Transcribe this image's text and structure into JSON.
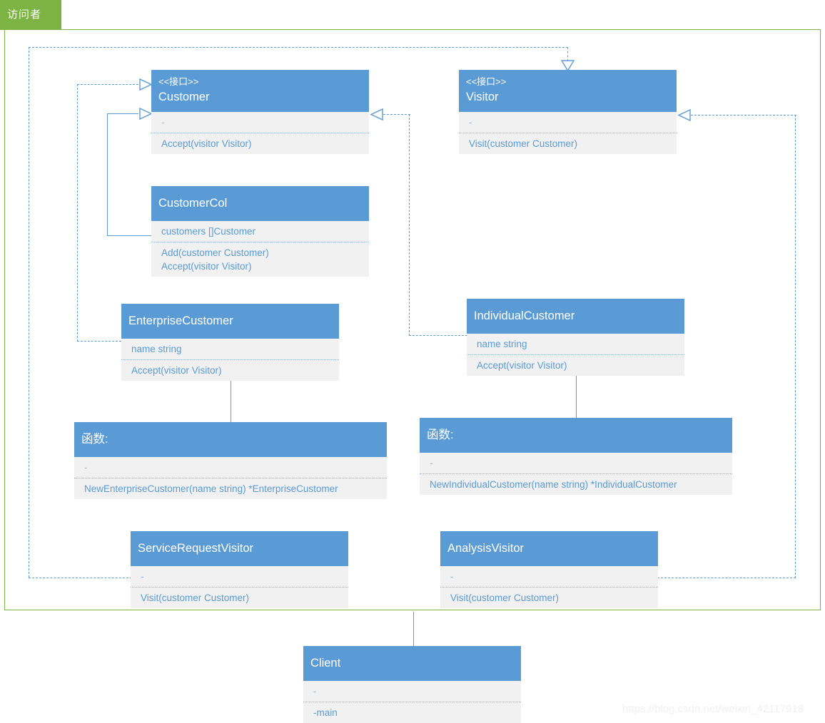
{
  "package": {
    "tab_label": "访问者"
  },
  "watermark": "https://blog.csdn.net/weixin_42117918",
  "classes": {
    "customer": {
      "stereotype": "<<接口>>",
      "name": "Customer",
      "attributes": "-",
      "operations": [
        "Accept(visitor Visitor)"
      ]
    },
    "visitor": {
      "stereotype": "<<接口>>",
      "name": "Visitor",
      "attributes": "-",
      "operations": [
        "Visit(customer Customer)"
      ]
    },
    "customer_col": {
      "name": "CustomerCol",
      "attributes": "customers []Customer",
      "operations": [
        "Add(customer Customer)",
        "Accept(visitor Visitor)"
      ]
    },
    "enterprise_customer": {
      "name": "EnterpriseCustomer",
      "attributes": "name string",
      "operations": [
        "Accept(visitor Visitor)"
      ]
    },
    "individual_customer": {
      "name": "IndividualCustomer",
      "attributes": "name string",
      "operations": [
        "Accept(visitor Visitor)"
      ]
    },
    "enterprise_funcs": {
      "name": "函数:",
      "attributes": "-",
      "operations": [
        "NewEnterpriseCustomer(name string) *EnterpriseCustomer"
      ]
    },
    "individual_funcs": {
      "name": "函数:",
      "attributes": "-",
      "operations": [
        "NewIndividualCustomer(name string) *IndividualCustomer"
      ]
    },
    "service_request_visitor": {
      "name": "ServiceRequestVisitor",
      "attributes": "-",
      "operations": [
        "Visit(customer Customer)"
      ]
    },
    "analysis_visitor": {
      "name": "AnalysisVisitor",
      "attributes": "-",
      "operations": [
        "Visit(customer Customer)"
      ]
    },
    "client": {
      "name": "Client",
      "attributes": "-",
      "operations": [
        "-main"
      ]
    }
  },
  "colors": {
    "header_blue": "#5b9bd5",
    "body_grey": "#f1f1f1",
    "package_green": "#7cb342",
    "link_blue": "#5b9bd5"
  }
}
